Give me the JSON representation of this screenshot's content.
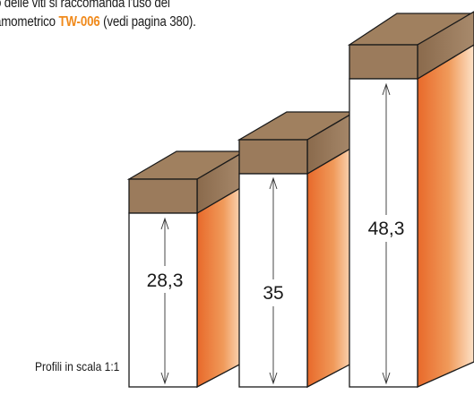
{
  "intro": {
    "line1": "o delle viti si raccomanda l'uso del",
    "line2_before": "amometrico ",
    "code": "TW-006",
    "line2_after": " (vedi pagina 380)."
  },
  "caption": "Profili in scala 1:1",
  "profiles": [
    {
      "label": "28,3"
    },
    {
      "label": "35"
    },
    {
      "label": "48,3"
    }
  ],
  "colors": {
    "accent": "#f08a1c",
    "top_brown": "#9b7b5c",
    "side_orange": "#ef8a4c"
  }
}
